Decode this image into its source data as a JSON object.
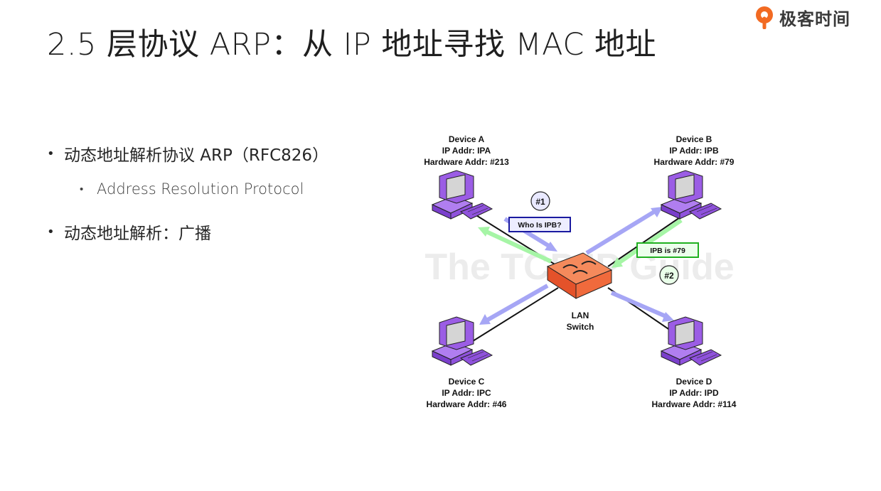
{
  "slide": {
    "title": "2.5 层协议 ARP：从 IP 地址寻找 MAC 地址",
    "logo_text": "极客时间"
  },
  "bullets": [
    {
      "text": "动态地址解析协议 ARP（RFC826）",
      "sub": [
        "Address Resolution Protocol"
      ]
    },
    {
      "text": "动态地址解析：广播"
    }
  ],
  "diagram": {
    "watermark": "The TCP/IP Guide",
    "devices": [
      {
        "id": "a",
        "name": "Device A",
        "ip": "IP Addr: IPA",
        "hw": "Hardware Addr: #213"
      },
      {
        "id": "b",
        "name": "Device B",
        "ip": "IP Addr: IPB",
        "hw": "Hardware Addr: #79"
      },
      {
        "id": "c",
        "name": "Device C",
        "ip": "IP Addr: IPC",
        "hw": "Hardware Addr: #46"
      },
      {
        "id": "d",
        "name": "Device D",
        "ip": "IP Addr: IPD",
        "hw": "Hardware Addr: #114"
      }
    ],
    "switch_label": [
      "LAN",
      "Switch"
    ],
    "step1": {
      "badge": "#1",
      "message": "Who Is IPB?"
    },
    "step2": {
      "badge": "#2",
      "message": "IPB is #79"
    },
    "colors": {
      "request_arrow": "#a6a6f5",
      "reply_arrow": "#a6f5a6",
      "switch": "#f06a3c",
      "computer": "#9b5de5",
      "request_box": "#1a1aa0",
      "reply_box": "#20b020"
    }
  }
}
